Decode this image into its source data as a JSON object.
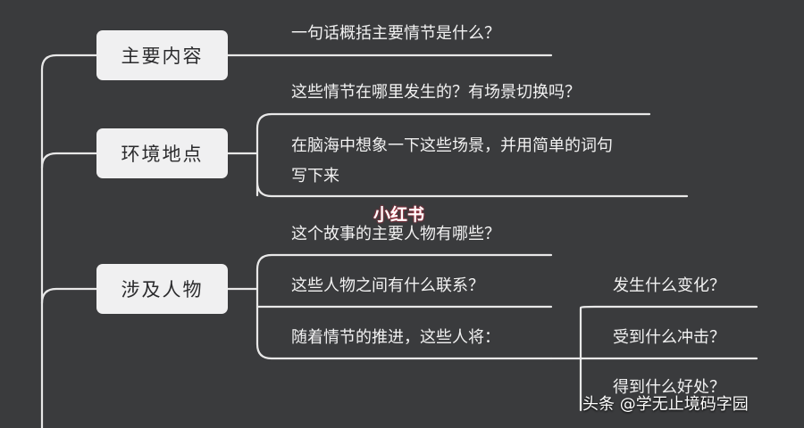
{
  "diagram": {
    "branches": [
      {
        "label": "主要内容",
        "items": [
          "一句话概括主要情节是什么？"
        ]
      },
      {
        "label": "环境地点",
        "items": [
          "这些情节在哪里发生的？有场景切换吗？",
          "在脑海中想象一下这些场景，并用简单的词句",
          "写下来"
        ]
      },
      {
        "label": "涉及人物",
        "items": [
          "这个故事的主要人物有哪些？",
          "这些人物之间有什么联系？",
          "随着情节的推进，这些人将："
        ]
      }
    ],
    "sub_items": [
      "发生什么变化？",
      "受到什么冲击？",
      "得到什么好处？"
    ]
  },
  "watermark": "小红书",
  "credit": "头条 @学无止境码字园",
  "colors": {
    "background": "#3a3b3d",
    "node": "#f0f0f1",
    "line": "#e8e8e8",
    "text": "#f2f2f2"
  }
}
